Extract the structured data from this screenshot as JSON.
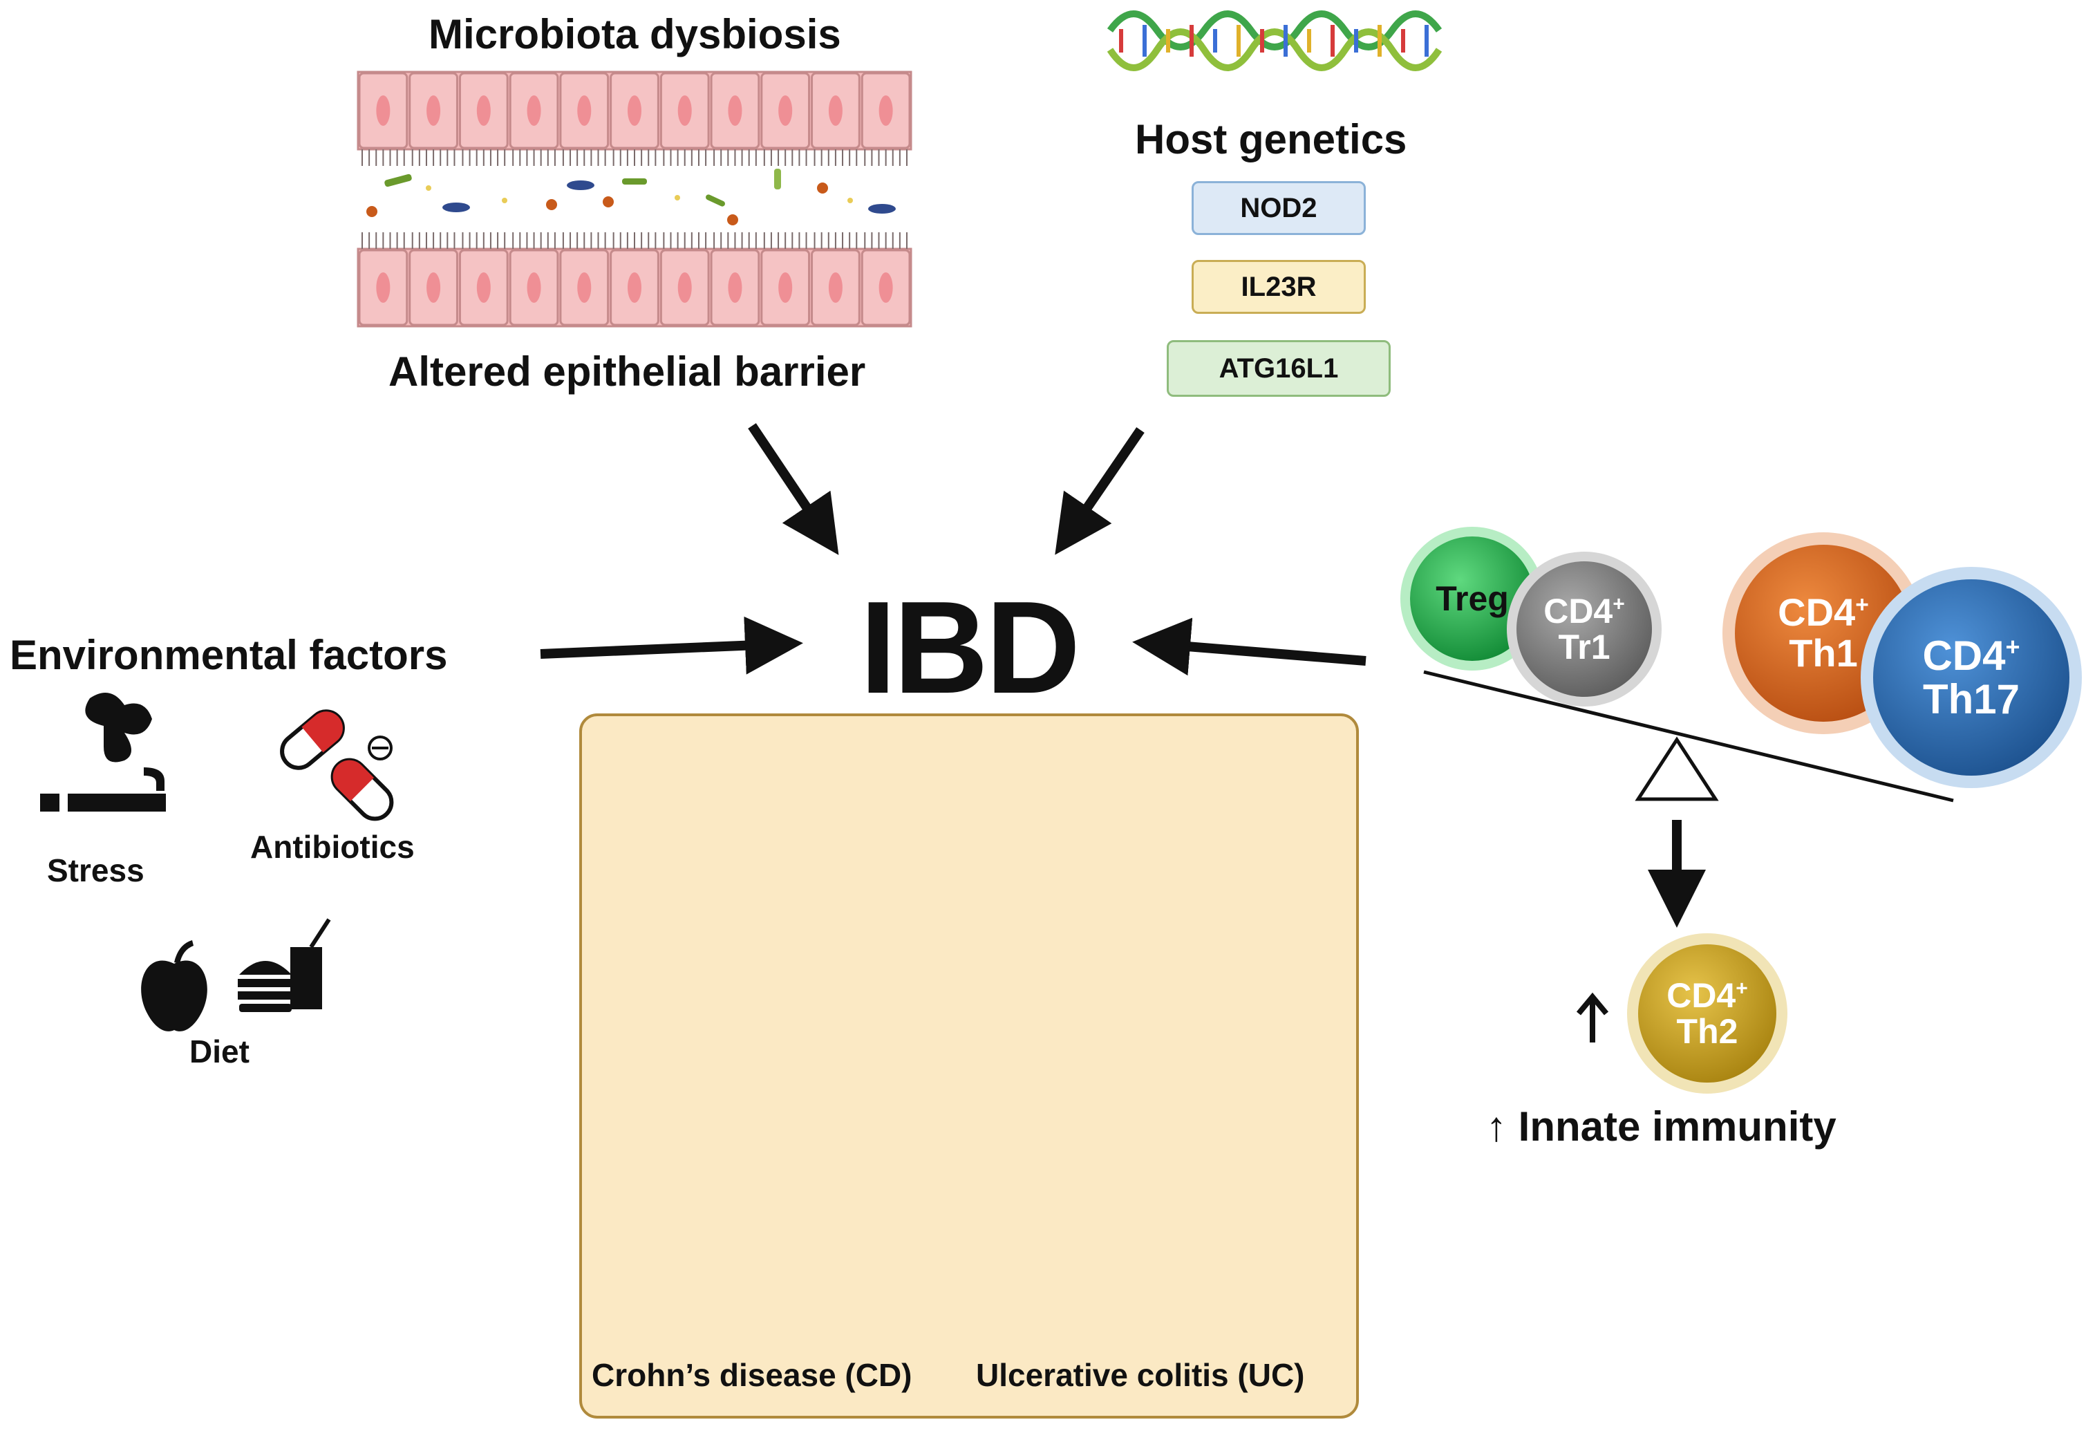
{
  "top_left": {
    "title": "Microbiota dysbiosis",
    "caption": "Altered epithelial barrier"
  },
  "host_genetics": {
    "title": "Host genetics",
    "genes": [
      "NOD2",
      "IL23R",
      "ATG16L1"
    ],
    "colors": [
      "#dde9f6",
      "#fbeec6",
      "#dcefd6"
    ]
  },
  "center": {
    "title": "IBD"
  },
  "environment": {
    "title": "Environmental factors",
    "items": [
      "Stress",
      "Antibiotics",
      "Diet"
    ]
  },
  "panel": {
    "left_label": "Crohn’s disease (CD)",
    "right_label": "Ulcerative colitis (UC)"
  },
  "immune": {
    "treg": "Treg",
    "cd4": "CD4",
    "sup": "+",
    "tr1": "Tr1",
    "th1": "Th1",
    "th17": "Th17",
    "th2": "Th2",
    "up_arrow": "↑",
    "innate": "↑ Innate immunity",
    "colors": {
      "treg": "#1fae4a",
      "tr1": "#7d7d7d",
      "th1": "#d9651f",
      "th17": "#2b6db3",
      "th2": "#c9a321"
    }
  }
}
